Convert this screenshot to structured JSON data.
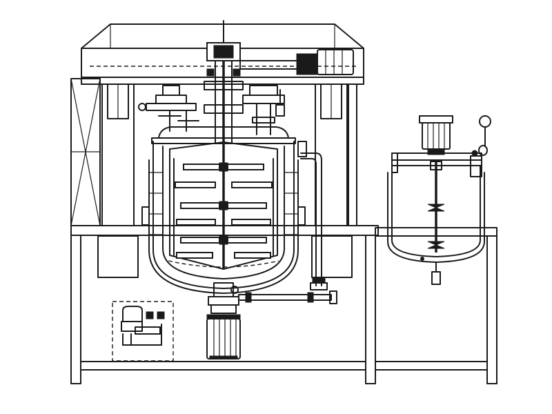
{
  "diagram": {
    "kind": "vacuum emulsifying mixer elevation drawing",
    "line_color": "#1a1a1a",
    "background": "#ffffff",
    "components": [
      "lifting-hood",
      "hood-motor",
      "main-agitator-shaft",
      "main-tank",
      "heating-jacket",
      "scraper-paddles",
      "lift-column-left",
      "lift-column-right",
      "control-cabinet",
      "homogenizer-motor",
      "discharge-pipe",
      "hydraulic-unit",
      "support-frame",
      "pre-mix-tank",
      "pre-mix-motor",
      "pressure-gauge"
    ]
  }
}
